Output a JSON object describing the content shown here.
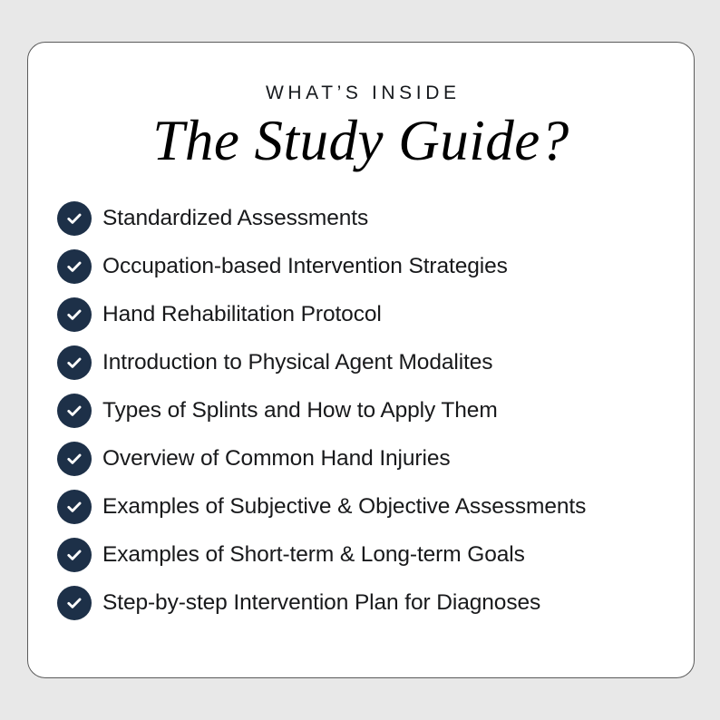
{
  "theme": {
    "page_background": "#e8e8e8",
    "card_background": "#ffffff",
    "card_border": "#5b5b5b",
    "accent_navy": "#1d3048",
    "text_color": "#18191b",
    "check_color": "#ffffff"
  },
  "header": {
    "eyebrow": "WHAT’S INSIDE",
    "title": "The Study Guide?"
  },
  "list": {
    "bullet_icon": "check-circle-icon",
    "items": [
      {
        "label": "Standardized Assessments"
      },
      {
        "label": "Occupation-based Intervention Strategies"
      },
      {
        "label": "Hand Rehabilitation Protocol"
      },
      {
        "label": "Introduction to Physical Agent Modalites"
      },
      {
        "label": "Types of Splints and How to Apply Them"
      },
      {
        "label": "Overview of Common Hand Injuries"
      },
      {
        "label": "Examples of Subjective & Objective Assessments"
      },
      {
        "label": "Examples of Short-term & Long-term Goals"
      },
      {
        "label": "Step-by-step Intervention Plan for Diagnoses"
      }
    ]
  }
}
